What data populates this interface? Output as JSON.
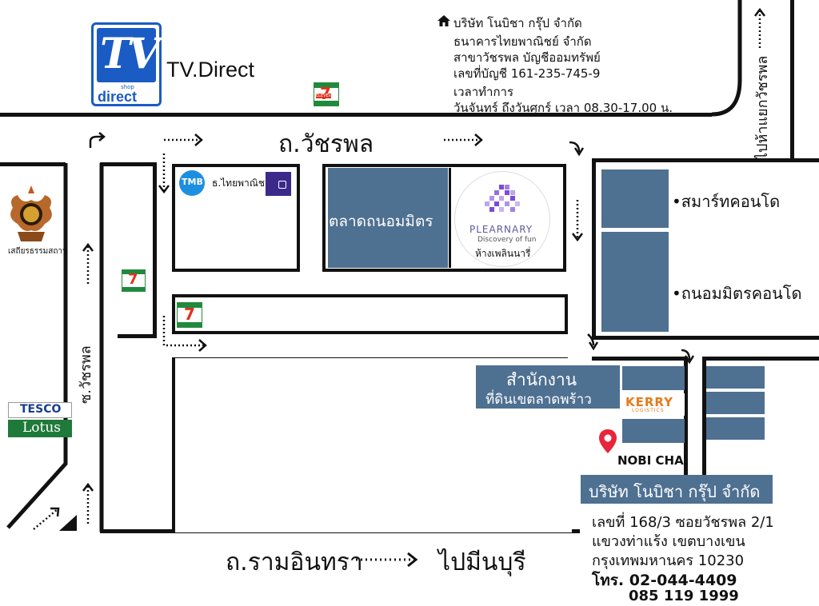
{
  "brand": {
    "logo_top": "TV",
    "logo_bottom": "direct",
    "logo_small": "shop",
    "name": "TV.Direct"
  },
  "bank_info": {
    "company": "บริษัท โนบิชา กรุ๊ป จำกัด",
    "bank": "ธนาคารไทยพาณิชย์ จำกัด",
    "branch": "สาขาวัชรพล บัญชีออมทรัพย์",
    "account": "เลขที่บัญชี 161-235-745-9",
    "hours_label": "เวลาทำการ",
    "hours": "วันจันทร์ ถึงวันศุกร์ เวลา 08.30-17.00 น."
  },
  "roads": {
    "top_road": "ถ.วัชรพล",
    "right_road": "ไปห้าแยกวัชรพล",
    "left_road": "ซ.วัชรพล",
    "bottom_road": "ถ.รามอินทรา",
    "bottom_direction": "ไปมีนบุรี"
  },
  "landmarks": {
    "tmb": "TMB",
    "scb": "ธ.ไทยพาณิชย์",
    "market": "ตลาดถนอมมิตร",
    "plearnary_name": "PLEARNARY",
    "plearnary_tagline": "Discovery of fun",
    "plearnary_mall": "ห้างเพลินนารี่",
    "smart_condo": "สมาร์ทคอนโด",
    "thanom_condo": "ถนอมมิตรคอนโด",
    "shrine": "เสถียรธรรมสถาน",
    "tesco_top": "TESCO",
    "tesco_bottom": "Lotus",
    "seven_eleven": "7",
    "seven_eleven_text": "ELEVEn",
    "office_line1": "สำนักงาน",
    "office_line2": "ที่ดินเขตลาดพร้าว",
    "kerry": "KERRY",
    "kerry_sub": "LOGISTICS",
    "nobicha": "NOBI CHA"
  },
  "address": {
    "company": "บริษัท โนบิชา กรุ๊ป จำกัด",
    "line1": "เลขที่ 168/3 ซอยวัชรพล 2/1",
    "line2": "แขวงท่าแร้ง เขตบางเขน",
    "line3": "กรุงเทพมหานคร 10230",
    "phone1": "โทร. 02-044-4409",
    "phone2": "085 119 1999"
  },
  "colors": {
    "block_fill": "#4e7091",
    "road": "#111111",
    "tv_blue": "#1a5bc4",
    "marker_red": "#e8253a"
  }
}
